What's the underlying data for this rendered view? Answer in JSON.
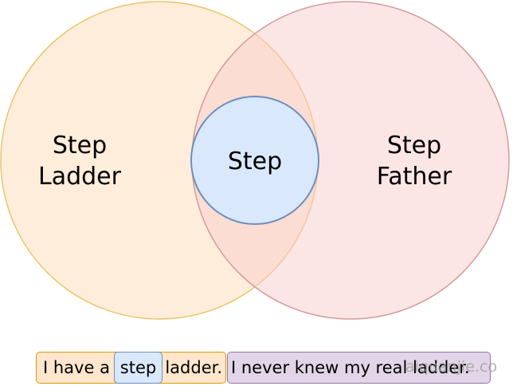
{
  "diagram": {
    "circles": {
      "left": {
        "label_lines": [
          "Step",
          "Ladder"
        ],
        "fill": "#ffe6cc",
        "stroke": "#e8c56b"
      },
      "right": {
        "label_lines": [
          "Step",
          "Father"
        ],
        "fill": "#f8cecc",
        "stroke": "#d49a9a"
      },
      "center": {
        "label": "Step",
        "fill": "#dae8fc",
        "stroke": "#6c8ebf"
      }
    },
    "caption": {
      "left_pre": "I have a",
      "step_word": "step",
      "left_post": "ladder.",
      "right_text": "I never knew my real ladder."
    },
    "watermark": "aiquanjie.co"
  }
}
